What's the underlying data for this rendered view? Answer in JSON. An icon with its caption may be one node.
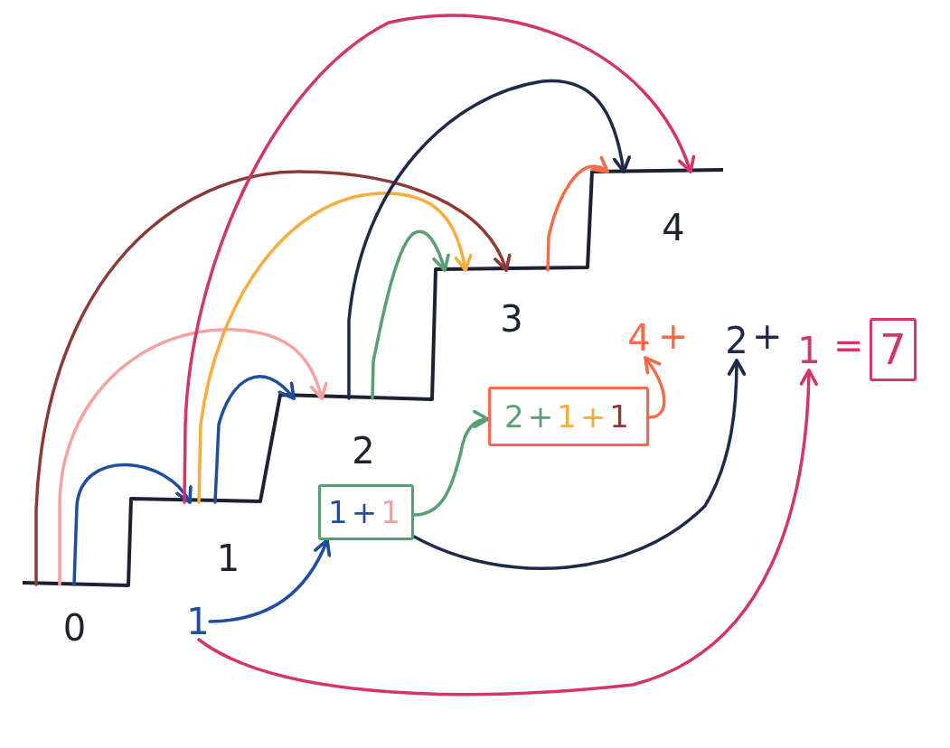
{
  "diagram": {
    "nodes": [
      {
        "text": [
          "0"
        ]
      },
      {
        "text": [
          "1"
        ]
      },
      {
        "text": [
          "2"
        ]
      },
      {
        "text": [
          "3"
        ]
      },
      {
        "text": [
          "4"
        ]
      },
      {
        "text": [
          "1"
        ]
      },
      {
        "text": [
          "1+1"
        ]
      },
      {
        "text": [
          "2+1+1"
        ]
      },
      {
        "text": [
          "4"
        ]
      },
      {
        "text": [
          "2"
        ]
      },
      {
        "text": [
          "1"
        ]
      },
      {
        "text": [
          "7"
        ]
      }
    ],
    "edges": [
      {
        "from": 0,
        "to": 1,
        "arrow": "to",
        "color": "#1f4e9c"
      },
      {
        "from": 0,
        "to": 2,
        "arrow": "to",
        "color": "#f4a3a0"
      },
      {
        "from": 0,
        "to": 3,
        "arrow": "to",
        "color": "#8b3a36"
      },
      {
        "from": 1,
        "to": 2,
        "arrow": "to",
        "color": "#1f4e9c"
      },
      {
        "from": 1,
        "to": 3,
        "arrow": "to",
        "color": "#f8ac3c"
      },
      {
        "from": 1,
        "to": 4,
        "arrow": "to",
        "color": "#d33566"
      },
      {
        "from": 2,
        "to": 3,
        "arrow": "to",
        "color": "#5a9e76"
      },
      {
        "from": 2,
        "to": 4,
        "arrow": "to",
        "color": "#1f2a48"
      },
      {
        "from": 3,
        "to": 4,
        "arrow": "to",
        "color": "#fb6a45"
      },
      {
        "from": 5,
        "to": 6,
        "arrow": "to",
        "color": "#1f4e9c"
      },
      {
        "from": 6,
        "to": 7,
        "arrow": "to",
        "color": "#5a9e76"
      },
      {
        "from": 6,
        "to": 9,
        "arrow": "to",
        "color": "#1f2a48"
      },
      {
        "from": 7,
        "to": 8,
        "arrow": "to",
        "color": "#fb6a45"
      },
      {
        "from": 5,
        "to": 10,
        "arrow": "to",
        "color": "#d33566"
      }
    ],
    "labels": [
      "+",
      "+",
      "="
    ]
  }
}
